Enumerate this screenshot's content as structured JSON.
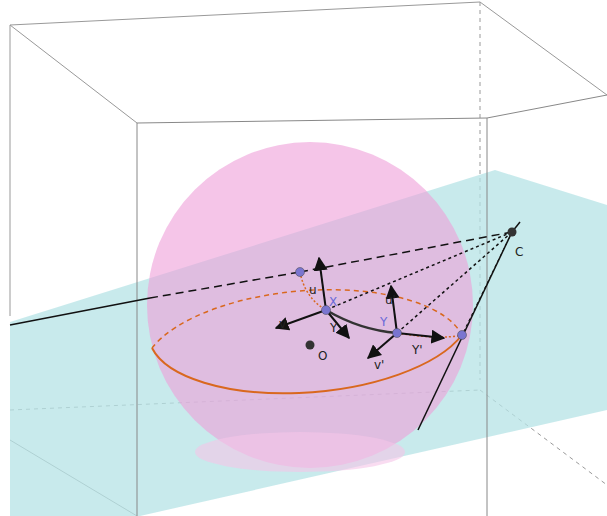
{
  "diagram": {
    "labels": [
      "u",
      "X",
      "v",
      "Y",
      "O",
      "u'",
      "Y",
      "Y'",
      "v'",
      "C"
    ]
  }
}
